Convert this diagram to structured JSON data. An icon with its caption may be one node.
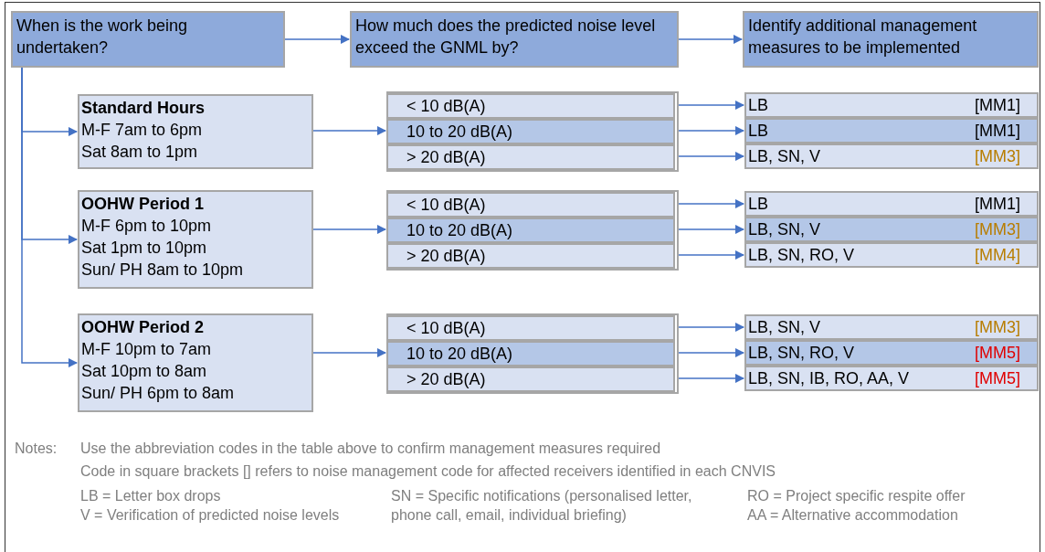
{
  "diagram": {
    "nodes": [
      {
        "text": [
          "When is the work being undertaken?"
        ]
      },
      {
        "text": [
          "How much does the predicted noise level exceed the GNML by?"
        ]
      },
      {
        "text": [
          "Identify additional management measures to be implemented"
        ]
      },
      {
        "text": [
          "Standard Hours",
          "M-F 7am to 6pm",
          "Sat 8am to 1pm"
        ]
      },
      {
        "text": [],
        "shape": "box"
      },
      {
        "text": [
          "< 10 dB(A)"
        ],
        "in": 4
      },
      {
        "text": [
          "10 to 20 dB(A)"
        ],
        "in": 4
      },
      {
        "text": [
          "> 20 dB(A)"
        ],
        "in": 4
      },
      {
        "text": [
          "LB",
          "[MM1]"
        ]
      },
      {
        "text": [
          "LB",
          "[MM1]"
        ]
      },
      {
        "text": [
          "LB, SN, V",
          "[MM3]"
        ]
      },
      {
        "text": [
          "OOHW Period 1",
          "M-F 6pm to 10pm",
          "Sat 1pm to 10pm",
          "Sun/ PH 8am to 10pm"
        ]
      },
      {
        "text": [],
        "shape": "box"
      },
      {
        "text": [
          "< 10 dB(A)"
        ],
        "in": 12
      },
      {
        "text": [
          "10 to 20 dB(A)"
        ],
        "in": 12
      },
      {
        "text": [
          "> 20 dB(A)"
        ],
        "in": 12
      },
      {
        "text": [
          "LB",
          "[MM1]"
        ]
      },
      {
        "text": [
          "LB, SN, V",
          "[MM3]"
        ]
      },
      {
        "text": [
          "LB, SN, RO, V",
          "[MM4]"
        ]
      },
      {
        "text": [
          "OOHW Period 2",
          "M-F 10pm to 7am",
          "Sat 10pm to 8am",
          "Sun/ PH 6pm to 8am"
        ]
      },
      {
        "text": [],
        "shape": "box"
      },
      {
        "text": [
          "< 10 dB(A)"
        ],
        "in": 20
      },
      {
        "text": [
          "10 to 20 dB(A)"
        ],
        "in": 20
      },
      {
        "text": [
          "> 20 dB(A)"
        ],
        "in": 20
      },
      {
        "text": [
          "LB, SN, V",
          "[MM3]"
        ]
      },
      {
        "text": [
          "LB, SN, RO, V",
          "[MM5]"
        ]
      },
      {
        "text": [
          "LB, SN, IB, RO, AA, V",
          "[MM5]"
        ]
      }
    ],
    "edges": [
      {
        "from": 0,
        "to": 1,
        "arrow": "to"
      },
      {
        "from": 1,
        "to": 2,
        "arrow": "to"
      },
      {
        "from": 0,
        "to": 3,
        "arrow": "to"
      },
      {
        "from": 0,
        "to": 11,
        "arrow": "to"
      },
      {
        "from": 0,
        "to": 19,
        "arrow": "to"
      },
      {
        "from": 3,
        "to": 4,
        "arrow": "to"
      },
      {
        "from": 5,
        "to": 8,
        "arrow": "to"
      },
      {
        "from": 6,
        "to": 9,
        "arrow": "to"
      },
      {
        "from": 7,
        "to": 10,
        "arrow": "to"
      },
      {
        "from": 11,
        "to": 12,
        "arrow": "to"
      },
      {
        "from": 13,
        "to": 16,
        "arrow": "to"
      },
      {
        "from": 14,
        "to": 17,
        "arrow": "to"
      },
      {
        "from": 15,
        "to": 18,
        "arrow": "to"
      },
      {
        "from": 19,
        "to": 20,
        "arrow": "to"
      },
      {
        "from": 21,
        "to": 24,
        "arrow": "to"
      },
      {
        "from": 22,
        "to": 25,
        "arrow": "to"
      },
      {
        "from": 23,
        "to": 26,
        "arrow": "to"
      }
    ],
    "labels": [
      "Notes:",
      "Use the abbreviation codes in the table above to confirm management measures required",
      "Code in square brackets [] refers to noise management code for affected receivers identified in each CNVIS",
      "LB = Letter box drops",
      "SN = Specific notifications (personalised letter, phone call, email, individual briefing)",
      "RO = Project specific respite offer",
      "V = Verification of predicted noise levels",
      "AA = Alternative accommodation"
    ]
  }
}
